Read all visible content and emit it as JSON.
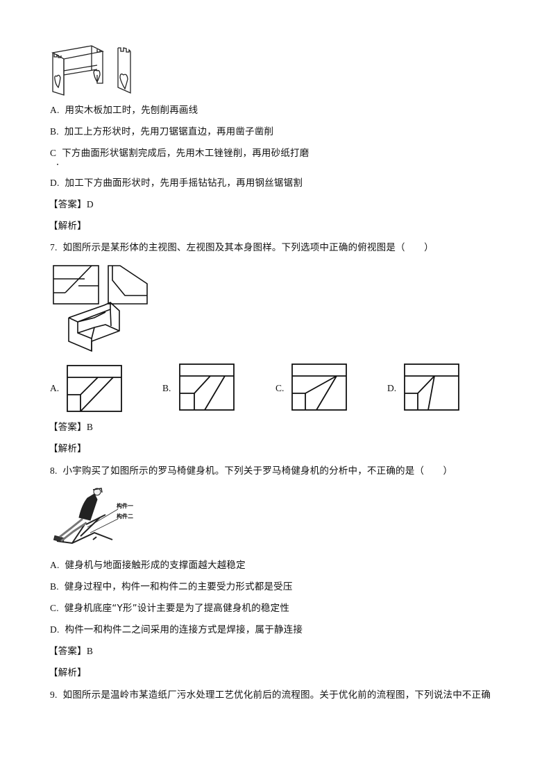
{
  "q6": {
    "figure": "stool-workpiece-illustration",
    "options": [
      {
        "label": "A.",
        "text": "用实木板加工时，先刨削再画线"
      },
      {
        "label": "B.",
        "text": "加工上方形状时，先用刀锯锯直边，再用凿子凿削"
      },
      {
        "label": "C",
        "text": "下方曲面形状锯割完成后，先用木工锉锉削，再用砂纸打磨"
      },
      {
        "label": "D.",
        "text": "加工下方曲面形状时，先用手摇钻钻孔，再用钢丝锯锯割"
      }
    ],
    "answer_tag": "【答案】",
    "answer": "D",
    "analysis_tag": "【解析】"
  },
  "q7": {
    "number": "7.",
    "text": "如图所示是某形体的主视图、左视图及其本身图样。下列选项中正确的俯视图是（　　）",
    "figure": "front-left-view-and-isometric",
    "options": [
      {
        "label": "A."
      },
      {
        "label": "B."
      },
      {
        "label": "C."
      },
      {
        "label": "D."
      }
    ],
    "answer_tag": "【答案】",
    "answer": "B",
    "analysis_tag": "【解析】"
  },
  "q8": {
    "number": "8.",
    "text": "小宇购买了如图所示的罗马椅健身机。下列关于罗马椅健身机的分析中，不正确的是（　　）",
    "figure_labels": [
      "构件一",
      "构件二"
    ],
    "options": [
      {
        "label": "A.",
        "text": "健身机与地面接触形成的支撑面越大越稳定"
      },
      {
        "label": "B.",
        "text": "健身过程中，构件一和构件二的主要受力形式都是受压"
      },
      {
        "label": "C.",
        "text": "健身机底座“Y形”设计主要是为了提高健身机的稳定性"
      },
      {
        "label": "D.",
        "text": "构件一和构件二之间采用的连接方式是焊接，属于静连接"
      }
    ],
    "answer_tag": "【答案】",
    "answer": "B",
    "analysis_tag": "【解析】"
  },
  "q9": {
    "number": "9.",
    "text": "如图所示是温岭市某造纸厂污水处理工艺优化前后的流程图。关于优化前的流程图，下列说法中不正确"
  }
}
